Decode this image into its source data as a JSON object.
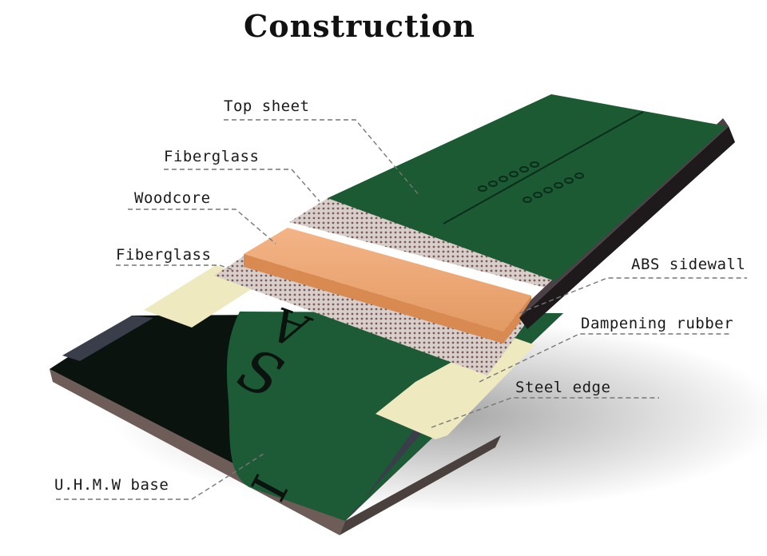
{
  "title": "Construction",
  "labels": {
    "top_sheet": "Top sheet",
    "fiberglass_top": "Fiberglass",
    "woodcore": "Woodcore",
    "fiberglass_bottom": "Fiberglass",
    "abs_sidewall": "ABS sidewall",
    "dampening_rubber": "Dampening rubber",
    "steel_edge": "Steel edge",
    "base": "U.H.M.W base"
  },
  "base_graphic_letters": [
    "S",
    "A",
    "I"
  ],
  "colors": {
    "top_sheet": "#1c5a34",
    "woodcore": "#eea56f",
    "fiberglass": "#cfc3bd",
    "rubber": "#efe9bf",
    "base": "#0a130e",
    "steel_edge": "#3a3d4a",
    "sidewall": "#1e1a1c"
  }
}
